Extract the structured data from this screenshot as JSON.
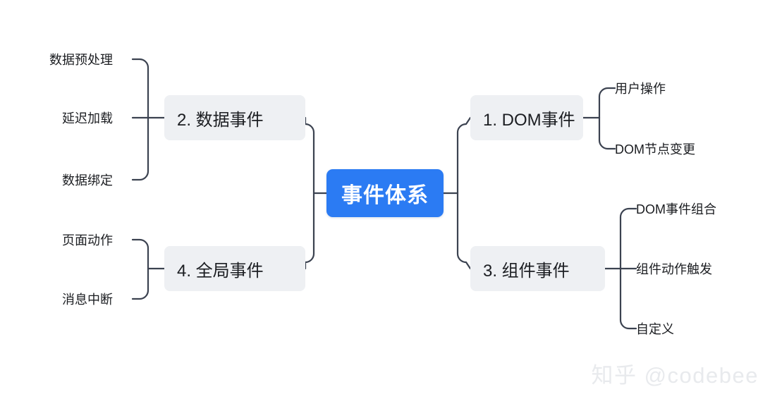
{
  "diagram": {
    "type": "mindmap",
    "title": "事件体系",
    "root": {
      "label": "事件体系",
      "color": "#2b7bf3",
      "text_color": "#ffffff"
    },
    "branch_style": {
      "fill": "#eef0f3",
      "text_color": "#1b1d21"
    },
    "connector_color": "#3b4250",
    "background": "#ffffff",
    "branches": [
      {
        "id": "dom-events",
        "label": "1. DOM事件",
        "side": "right",
        "children": [
          {
            "label": "用户操作"
          },
          {
            "label": "DOM节点变更"
          }
        ]
      },
      {
        "id": "data-events",
        "label": "2. 数据事件",
        "side": "left",
        "children": [
          {
            "label": "数据预处理"
          },
          {
            "label": "延迟加载"
          },
          {
            "label": "数据绑定"
          }
        ]
      },
      {
        "id": "component-events",
        "label": "3. 组件事件",
        "side": "right",
        "children": [
          {
            "label": "DOM事件组合"
          },
          {
            "label": "组件动作触发"
          },
          {
            "label": "自定义"
          }
        ]
      },
      {
        "id": "global-events",
        "label": "4. 全局事件",
        "side": "left",
        "children": [
          {
            "label": "页面动作"
          },
          {
            "label": "消息中断"
          }
        ]
      }
    ]
  },
  "watermark": {
    "text": "知乎 @codebee"
  }
}
